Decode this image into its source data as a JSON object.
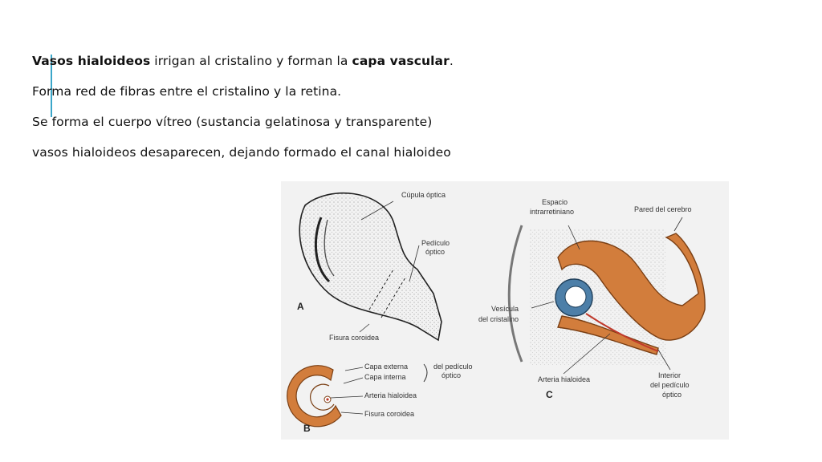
{
  "slide": {
    "accent_color": "#3ba6c9",
    "bullets": [
      {
        "parts": [
          {
            "text": "Vasos hialoideos",
            "bold": true
          },
          {
            "text": " irrigan al cristalino y forman la ",
            "bold": false
          },
          {
            "text": "capa vascular",
            "bold": true
          },
          {
            "text": ".",
            "bold": false
          }
        ]
      },
      {
        "parts": [
          {
            "text": "Forma red de fibras entre el cristalino y la retina.",
            "bold": false
          }
        ]
      },
      {
        "parts": [
          {
            "text": "Se forma el cuerpo vítreo (sustancia gelatinosa y transparente)",
            "bold": false
          }
        ]
      },
      {
        "parts": [
          {
            "text": " vasos hialoideos desaparecen, dejando formado el canal hialoideo",
            "bold": false
          }
        ]
      }
    ]
  },
  "figure": {
    "panel_a": {
      "letter": "A",
      "label_cupula": "Cúpula óptica",
      "label_pediculo_1": "Pedículo",
      "label_pediculo_2": "óptico",
      "label_fisura": "Fisura coroidea"
    },
    "panel_b": {
      "letter": "B",
      "label_capa_externa": "Capa externa",
      "label_capa_interna": "Capa interna",
      "label_del_pediculo_1": "del pedículo",
      "label_del_pediculo_2": "óptico",
      "label_arteria": "Arteria hialoidea",
      "label_fisura": "Fisura coroidea"
    },
    "panel_c": {
      "letter": "C",
      "label_espacio_1": "Espacio",
      "label_espacio_2": "intrarretiniano",
      "label_pared": "Pared del cerebro",
      "label_vesicula_1": "Vesícula",
      "label_vesicula_2": "del cristalino",
      "label_arteria": "Arteria hialoidea",
      "label_interior_1": "Interior",
      "label_interior_2": "del pedículo",
      "label_interior_3": "óptico"
    },
    "colors": {
      "tissue_orange": "#d27d3c",
      "lens_blue": "#4d7fa8",
      "artery_red": "#c0392b"
    }
  }
}
